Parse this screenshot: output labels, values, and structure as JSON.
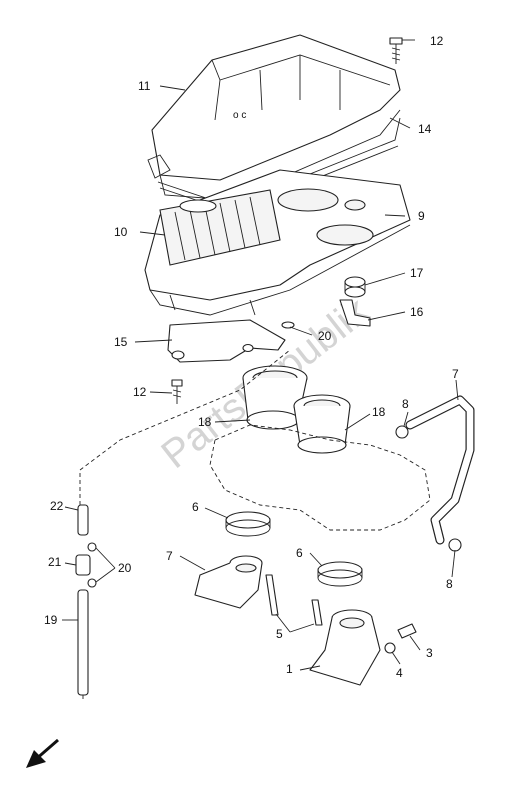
{
  "watermark": "PartsRepublik",
  "callouts": {
    "c1": "1",
    "c3": "3",
    "c4": "4",
    "c5": "5",
    "c6a": "6",
    "c6b": "6",
    "c7a": "7",
    "c7b": "7",
    "c8a": "8",
    "c8b": "8",
    "c9": "9",
    "c10": "10",
    "c11": "11",
    "c12a": "12",
    "c12b": "12",
    "c14": "14",
    "c15": "15",
    "c16": "16",
    "c17": "17",
    "c18a": "18",
    "c18b": "18",
    "c19": "19",
    "c20a": "20",
    "c20b": "20",
    "c21": "21",
    "c22": "22"
  }
}
